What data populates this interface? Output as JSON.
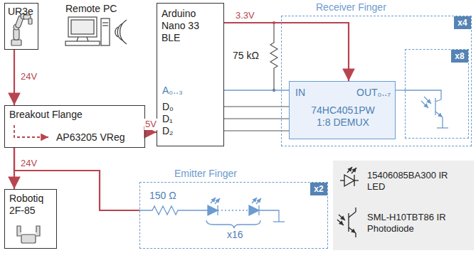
{
  "diagram": {
    "nodes": [
      {
        "text": [
          "UR3e"
        ]
      },
      {
        "text": [
          "Arduino Nano 33 BLE"
        ]
      },
      {
        "text": [
          "Breakout Flange",
          "AP63205 VReg"
        ]
      },
      {
        "text": [
          "Robotiq 2F-85"
        ]
      },
      {
        "text": [
          "Receiver Finger",
          "x4"
        ]
      },
      {
        "text": [
          "IN",
          "OUT₀..₇",
          "74HC4051PW 1:8 DEMUX"
        ],
        "in": 4
      },
      {
        "text": [
          "x8"
        ],
        "in": 4
      },
      {
        "text": [
          "Emitter Finger",
          "x2"
        ]
      }
    ],
    "edges": [
      {
        "from": 0,
        "to": 2,
        "arrow": "to",
        "label": "24V"
      },
      {
        "from": 2,
        "to": 1,
        "arrow": "to",
        "label": "5V"
      },
      {
        "from": 2,
        "to": 3,
        "arrow": "to",
        "label": "24V"
      },
      {
        "from": 2,
        "to": 7,
        "arrow": "none"
      },
      {
        "from": 1,
        "to": 5,
        "arrow": "to",
        "label": "3.3V"
      },
      {
        "from": 1,
        "to": 5,
        "arrow": "none"
      },
      {
        "from": 1,
        "to": 5,
        "arrow": "none"
      },
      {
        "from": 1,
        "to": 5,
        "arrow": "none"
      },
      {
        "from": 1,
        "to": 5,
        "arrow": "none"
      },
      {
        "from": 5,
        "to": 6,
        "arrow": "none"
      }
    ],
    "labels": [
      "Remote PC",
      "A₀..₃",
      "D₀",
      "D₁",
      "D₂",
      "75 kΩ",
      "150 Ω",
      "x16"
    ],
    "legend": [
      {
        "text": "15406085BA300 IR LED"
      },
      {
        "text": "SML-H10TBT86 IR Photodiode"
      }
    ]
  }
}
